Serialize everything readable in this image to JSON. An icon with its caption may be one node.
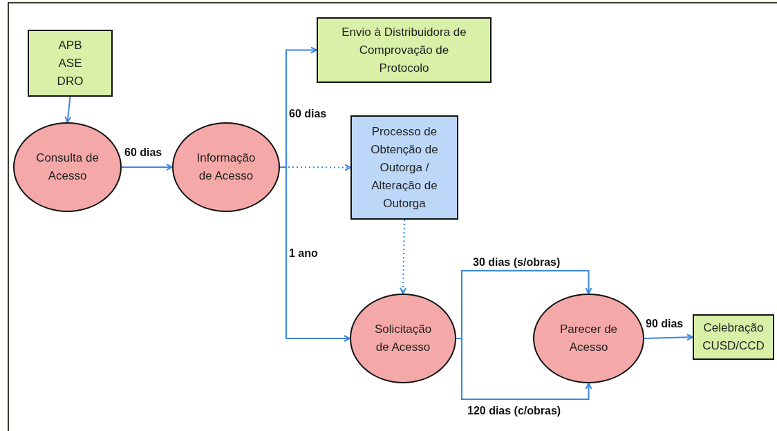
{
  "diagram": {
    "nodes": [
      {
        "text": [
          "APB",
          "ASE",
          "DRO"
        ]
      },
      {
        "text": [
          "Consulta de Acesso"
        ]
      },
      {
        "text": [
          "Informação de Acesso"
        ]
      },
      {
        "text": [
          "Envio à Distribuidora de Comprovação de Protocolo"
        ]
      },
      {
        "text": [
          "Processo de Obtenção de Outorga / Alteração de Outorga"
        ]
      },
      {
        "text": [
          "Solicitação de Acesso"
        ]
      },
      {
        "text": [
          "Parecer de Acesso"
        ]
      },
      {
        "text": [
          "Celebração CUSD/CCD"
        ]
      }
    ],
    "edges": [
      {
        "from": 0,
        "to": 1,
        "arrow": "to"
      },
      {
        "from": 1,
        "to": 2,
        "arrow": "to",
        "label": "60 dias"
      },
      {
        "from": 2,
        "to": 3,
        "arrow": "to",
        "label": "60 dias"
      },
      {
        "from": 2,
        "to": 4,
        "arrow": "to",
        "style": "dashed"
      },
      {
        "from": 2,
        "to": 5,
        "arrow": "to",
        "label": "1 ano"
      },
      {
        "from": 4,
        "to": 5,
        "arrow": "to",
        "style": "dashed"
      },
      {
        "from": 5,
        "to": 6,
        "arrow": "to",
        "label": "30 dias (s/obras)"
      },
      {
        "from": 5,
        "to": 6,
        "arrow": "to",
        "label": "120 dias (c/obras)"
      },
      {
        "from": 6,
        "to": 7,
        "arrow": "to",
        "label": "90 dias"
      }
    ]
  }
}
